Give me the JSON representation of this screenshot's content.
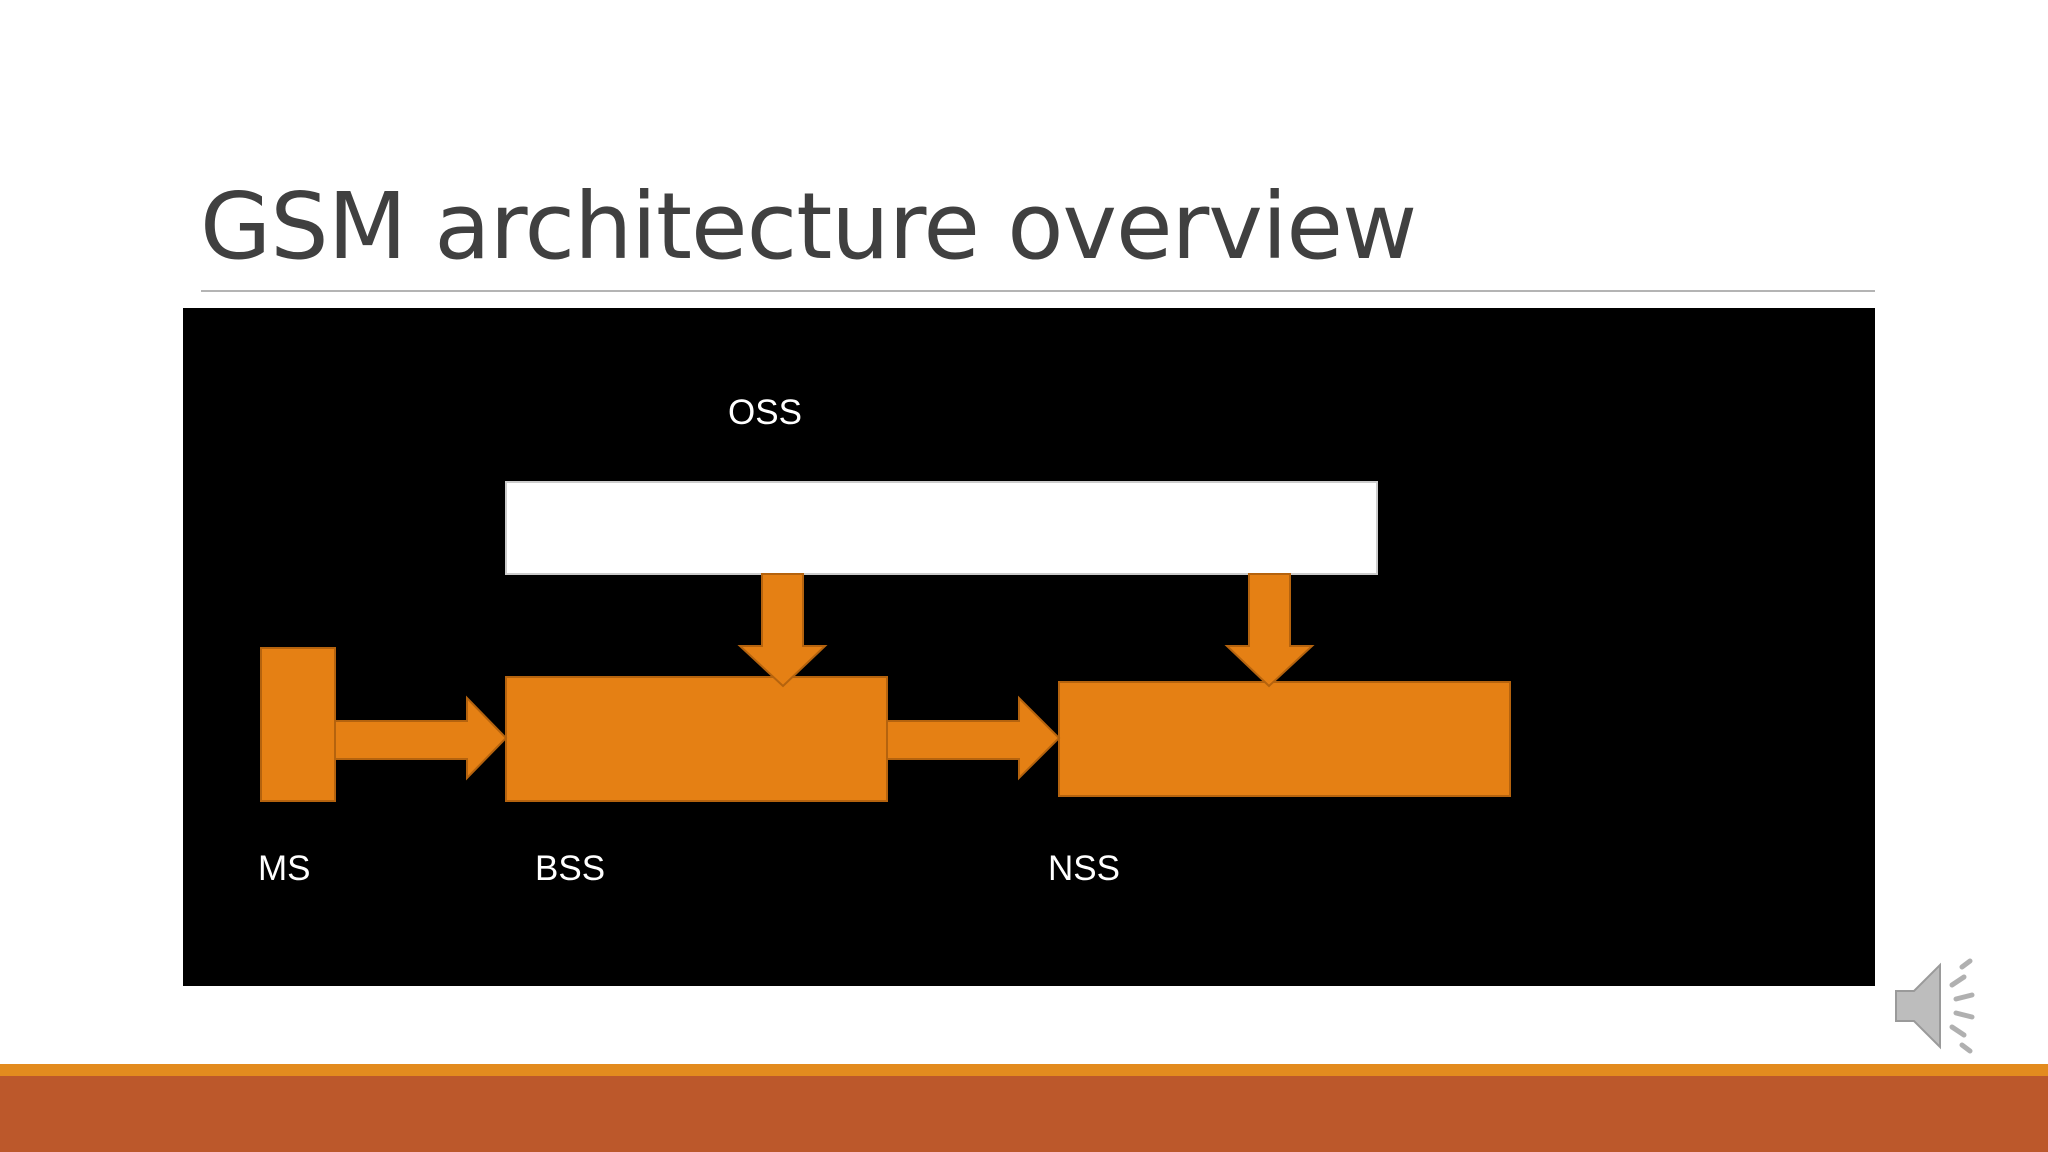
{
  "slide": {
    "title": "GSM architecture overview"
  },
  "diagram": {
    "labels": {
      "oss": "OSS",
      "ms": "MS",
      "bss": "BSS",
      "nss": "NSS"
    },
    "colors": {
      "background": "#000000",
      "block_fill": "#e58014",
      "block_stroke": "#b5630e",
      "oss_fill": "#ffffff"
    }
  },
  "theme": {
    "footer_stripe": "#e38b1e",
    "footer_band": "#bc582b",
    "speaker_icon": "speaker-audio-icon"
  }
}
